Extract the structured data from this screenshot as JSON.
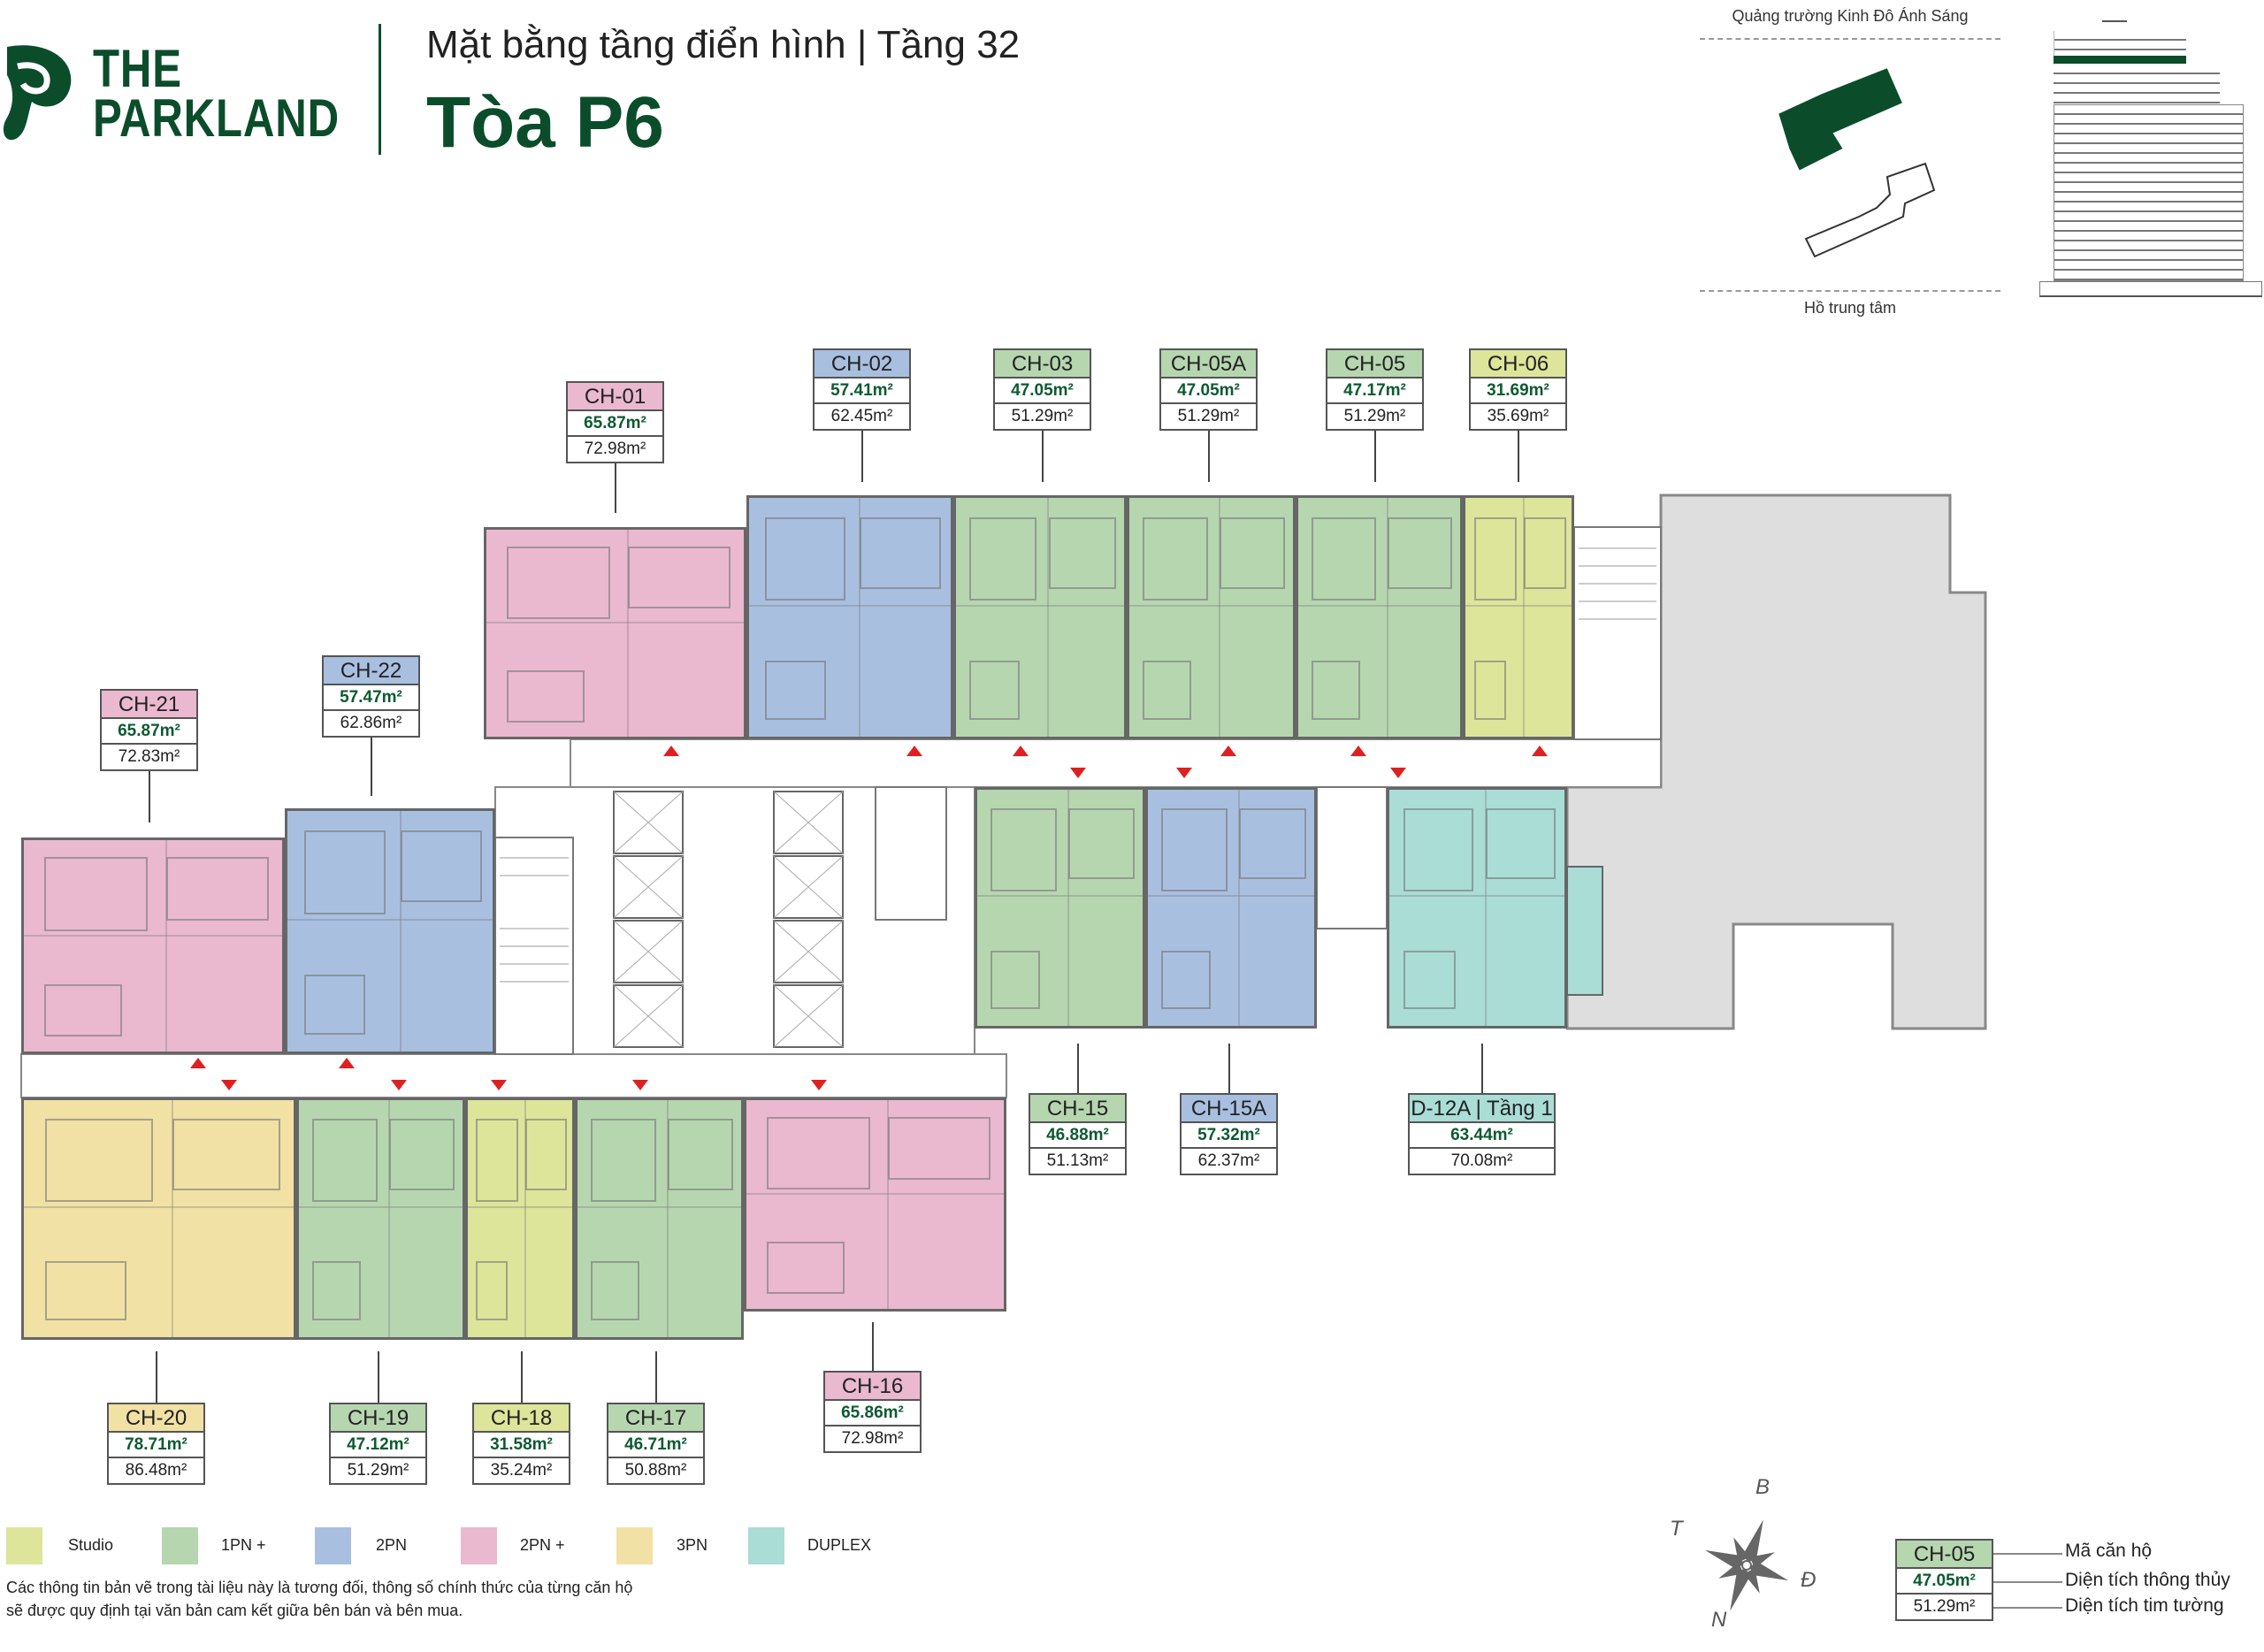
{
  "header": {
    "brand_line1": "THE",
    "brand_line2": "PARKLAND",
    "subtitle": "Mặt bằng tầng điển hình | Tầng 32",
    "title": "Tòa P6"
  },
  "site_plan": {
    "top_label": "Quảng trường Kinh Đô Ánh Sáng",
    "bottom_label": "Hồ trung tâm"
  },
  "colors": {
    "brand": "#0b4d2b",
    "area_text": "#0d5a32",
    "studio": "#dde59a",
    "1pn_plus": "#b6d6b0",
    "2pn": "#a9bfe0",
    "2pn_plus": "#eab9cf",
    "3pn": "#f1e1a4",
    "duplex": "#a9ddd6",
    "entrance_marker": "#e02020"
  },
  "units": [
    {
      "code": "CH-01",
      "type": "2pnp",
      "net": "65.87m²",
      "gross": "72.98m²"
    },
    {
      "code": "CH-02",
      "type": "2pn",
      "net": "57.41m²",
      "gross": "62.45m²"
    },
    {
      "code": "CH-03",
      "type": "1pn",
      "net": "47.05m²",
      "gross": "51.29m²"
    },
    {
      "code": "CH-05A",
      "type": "1pn",
      "net": "47.05m²",
      "gross": "51.29m²"
    },
    {
      "code": "CH-05",
      "type": "1pn",
      "net": "47.17m²",
      "gross": "51.29m²"
    },
    {
      "code": "CH-06",
      "type": "studio",
      "net": "31.69m²",
      "gross": "35.69m²"
    },
    {
      "code": "CH-15",
      "type": "1pn",
      "net": "46.88m²",
      "gross": "51.13m²"
    },
    {
      "code": "CH-15A",
      "type": "2pn",
      "net": "57.32m²",
      "gross": "62.37m²"
    },
    {
      "code": "D-12A | Tầng 1",
      "type": "duplex",
      "net": "63.44m²",
      "gross": "70.08m²"
    },
    {
      "code": "CH-21",
      "type": "2pnp",
      "net": "65.87m²",
      "gross": "72.83m²"
    },
    {
      "code": "CH-22",
      "type": "2pn",
      "net": "57.47m²",
      "gross": "62.86m²"
    },
    {
      "code": "CH-20",
      "type": "3pn",
      "net": "78.71m²",
      "gross": "86.48m²"
    },
    {
      "code": "CH-19",
      "type": "1pn",
      "net": "47.12m²",
      "gross": "51.29m²"
    },
    {
      "code": "CH-18",
      "type": "studio",
      "net": "31.58m²",
      "gross": "35.24m²"
    },
    {
      "code": "CH-17",
      "type": "1pn",
      "net": "46.71m²",
      "gross": "50.88m²"
    },
    {
      "code": "CH-16",
      "type": "2pnp",
      "net": "65.86m²",
      "gross": "72.98m²"
    }
  ],
  "legend": [
    {
      "label": "Studio",
      "type": "studio"
    },
    {
      "label": "1PN +",
      "type": "1pn"
    },
    {
      "label": "2PN",
      "type": "2pn"
    },
    {
      "label": "2PN +",
      "type": "2pnp"
    },
    {
      "label": "3PN",
      "type": "3pn"
    },
    {
      "label": "DUPLEX",
      "type": "duplex"
    }
  ],
  "disclaimer": {
    "line1": "Các thông tin bản vẽ trong tài liệu này là tương đối, thông số chính thức của từng căn hộ",
    "line2": "sẽ được quy định tại văn bản cam kết giữa bên bán và bên mua."
  },
  "compass": {
    "north": "B",
    "west": "T",
    "east": "Đ",
    "south": "N"
  },
  "key": {
    "code": "CH-05",
    "net": "47.05m²",
    "gross": "51.29m²",
    "code_desc": "Mã căn hộ",
    "net_desc": "Diện tích thông thủy",
    "gross_desc": "Diện tích tim tường"
  }
}
